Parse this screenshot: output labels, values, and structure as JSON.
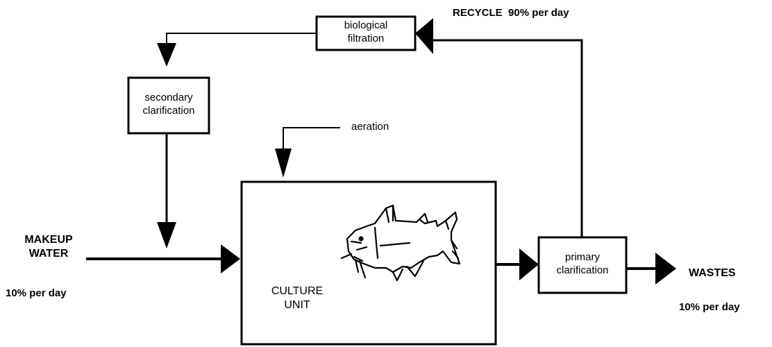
{
  "recycle": {
    "label": "RECYCLE",
    "rate": "90% per day"
  },
  "boxes": {
    "biological_filtration": {
      "line1": "biological",
      "line2": "filtration"
    },
    "secondary_clarification": {
      "line1": "secondary",
      "line2": "clarification"
    },
    "culture_unit": {
      "line1": "CULTURE",
      "line2": "UNIT"
    },
    "primary_clarification": {
      "line1": "primary",
      "line2": "clarification"
    }
  },
  "aeration": {
    "label": "aeration"
  },
  "makeup": {
    "line1": "MAKEUP",
    "line2": "WATER",
    "rate": "10% per day"
  },
  "wastes": {
    "label": "WASTES",
    "rate": "10% per day"
  },
  "icons": {
    "culture_unit_image": "catfish-icon"
  }
}
